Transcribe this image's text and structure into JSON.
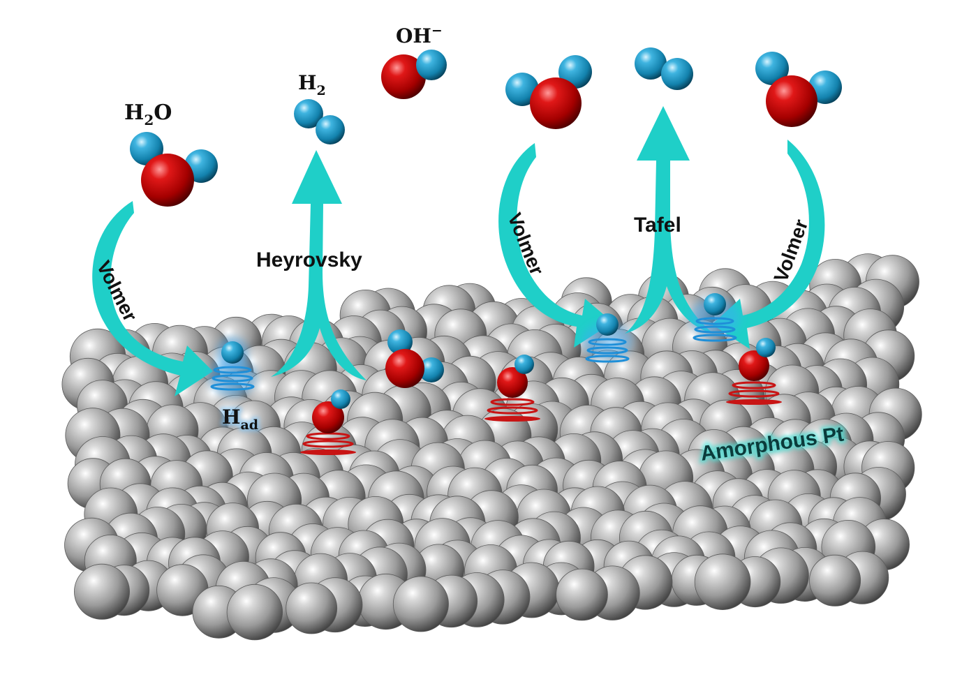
{
  "labels": {
    "h2o": "H",
    "h2o_sub": "2",
    "h2o_tail": "O",
    "h2": "H",
    "h2_sub": "2",
    "oh": "OH",
    "oh_sup": "−",
    "volmer_left": "Volmer",
    "heyrovsky": "Heyrovsky",
    "volmer_mid": "Volmer",
    "tafel": "Tafel",
    "volmer_right": "Volmer",
    "had": "H",
    "had_sub": "ad",
    "catalyst": "Amorphous Pt"
  },
  "colors": {
    "arrow": "#1fcfc8",
    "oxygen": "#cc0a0a",
    "hydrogen": "#1fa3d0",
    "platinum": "#9a9a9a",
    "adsorbed_glow": "#3fa9f5",
    "oh_bond_rings": "#c81414"
  }
}
